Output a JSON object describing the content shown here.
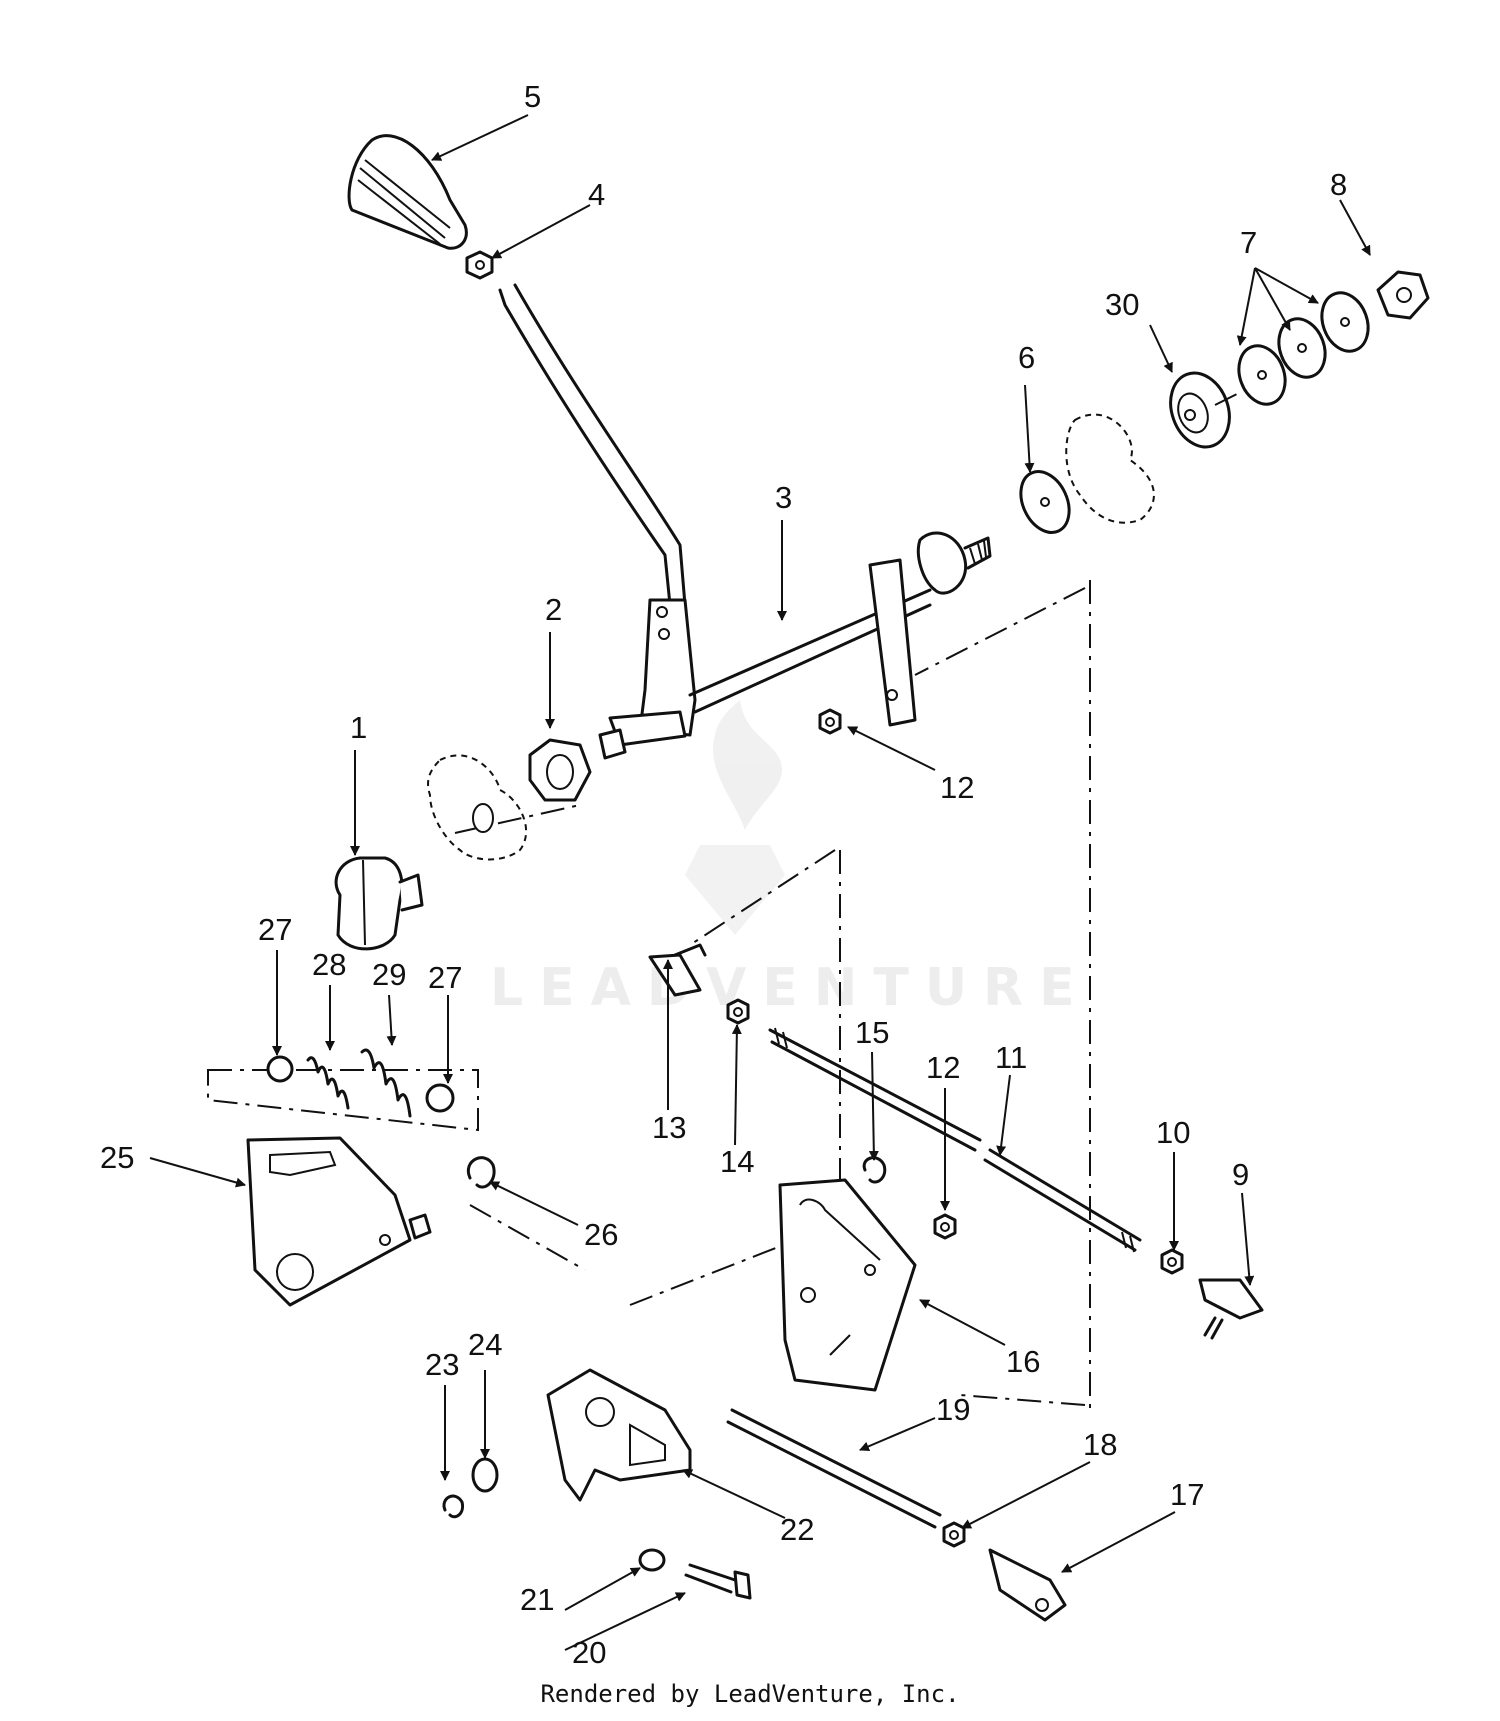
{
  "diagram": {
    "callouts": [
      "1",
      "2",
      "3",
      "4",
      "5",
      "6",
      "7",
      "8",
      "9",
      "10",
      "11",
      "12",
      "12",
      "13",
      "14",
      "15",
      "16",
      "17",
      "18",
      "19",
      "20",
      "21",
      "22",
      "23",
      "24",
      "25",
      "26",
      "27",
      "27",
      "28",
      "29",
      "30"
    ],
    "watermark": "LEADVENTURE",
    "footer": "Rendered by LeadVenture, Inc."
  }
}
